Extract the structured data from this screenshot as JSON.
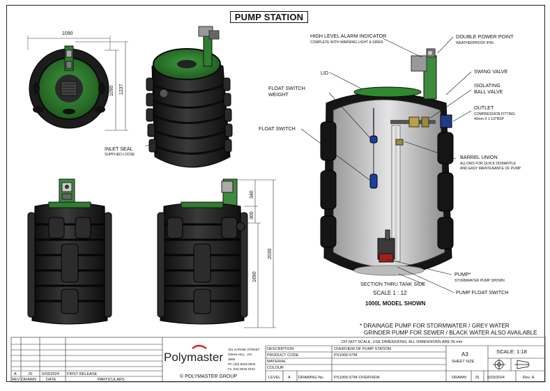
{
  "title": "PUMP STATION",
  "dimensions": {
    "top_width": "1090",
    "top_depth": "1090",
    "top_depth_outer": "1237",
    "side_340": "340",
    "side_300": "300",
    "side_1690": "1690",
    "side_2030": "2030"
  },
  "left_labels": {
    "inlet_seal": "INLET SEAL",
    "inlet_seal_sub": "SUPPLIED LOOSE"
  },
  "callouts": {
    "high_level_alarm": "HIGH LEVEL ALARM INDICATOR",
    "high_level_alarm_sub": "COMPLETE WITH WARNING LIGHT & SIREN",
    "double_power_point": "DOUBLE POWER POINT",
    "double_power_point_sub": "WEATHERPROOF IP66",
    "lid": "LID",
    "swing_valve": "SWING VALVE",
    "isolating_ball_valve_1": "ISOLATING",
    "isolating_ball_valve_2": "BALL VALVE",
    "float_switch_weight_1": "FLOAT SWITCH",
    "float_switch_weight_2": "WEIGHT",
    "outlet": "OUTLET",
    "outlet_sub_1": "COMPRESSION FITTING:",
    "outlet_sub_2": "40mm X 1 1/2\"BSP",
    "float_switch": "FLOAT SWITCH",
    "barrel_union": "BARREL UNION",
    "barrel_union_sub_1": "ALLOWS FOR QUICK DISMANTLE",
    "barrel_union_sub_2": "AND EASY MAINTENANCE OF PUMP",
    "pump": "PUMP*",
    "pump_sub": "STORMWATER PUMP SHOWN",
    "section": "SECTION THRU TANK SIDE",
    "pump_float_switch": "PUMP FLOAT SWITCH",
    "scale": "SCALE  1 : 12",
    "model_shown": "1000L MODEL SHOWN"
  },
  "notes": {
    "line1": "* DRAINAGE PUMP FOR STORMWATER / GREY WATER",
    "line2": "GRINDER PUMP FOR SEWER / BLACK WATER ALSO AVAILABLE"
  },
  "title_block": {
    "disclaimer": "DO NOT SCALE, USE DIMENSIONS, ALL DIMENSIONS ARE IN mm",
    "company": "Polymaster",
    "address_1": "161 KARINE STREET",
    "address_2": "SWAN HILL, VIC",
    "address_3": "3585",
    "phone": "Ph: (03) 5033 9000",
    "fax": "Fx: (03) 5033 0224",
    "copyright": "© POLYMASTER GROUP",
    "description_label": "DESCRIPTION",
    "description_value": "OVERVIEW OF PUMP STATION",
    "product_code_label": "PRODUCT CODE",
    "product_code_value": "PS1000-STM",
    "material_label": "MATERIAL",
    "colour_label": "COLOUR",
    "level_label": "LEVEL",
    "level_value": "A",
    "drawing_no_label": "DRAWING No.",
    "drawing_no_value": "PS1000-STM-OVERVIEW",
    "sheet_size_value": "A3",
    "sheet_size_label": "SHEET SIZE",
    "scale_value": "SCALE:  1:18",
    "drawn_label": "DRAWN",
    "drawn_value": "JS",
    "date_value": "5/03/2024",
    "rev_value": "Rev:  A",
    "rev_row": {
      "rev": "A",
      "drawn": "JS",
      "date": "5/03/2024",
      "particulars": "FIRST RELEASE"
    },
    "headers": {
      "rev": "REV",
      "drawn": "DRAWN",
      "date": "DATE",
      "particulars": "PARTICULARS"
    }
  },
  "colors": {
    "tank": "#1b1b1b",
    "lid": "#2f7d2f",
    "post": "#3d8b3d",
    "interior": "#c8c8c8",
    "brand": "#d32020"
  }
}
